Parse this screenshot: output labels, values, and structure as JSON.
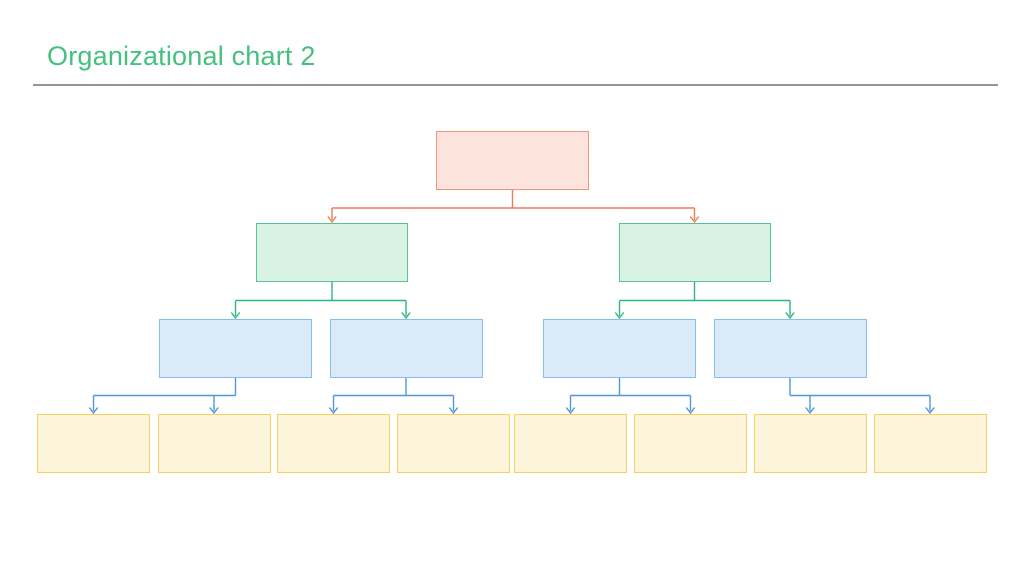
{
  "slide": {
    "title": "Organizational chart 2",
    "title_color": "#45C07F",
    "divider_color": "#959595",
    "background_color": "#FFFFFF"
  },
  "diagram": {
    "type": "org-chart",
    "arrow_style": "open-v",
    "levels": [
      {
        "name": "level-1-root",
        "fill": "#FCE3DC",
        "border": "#F2947D",
        "connector": "#ED7D58"
      },
      {
        "name": "level-2-green",
        "fill": "#D8F2E4",
        "border": "#53C593",
        "connector": "#2EB585"
      },
      {
        "name": "level-3-blue",
        "fill": "#DBEAF9",
        "border": "#88BEEC",
        "connector": "#5296DB"
      },
      {
        "name": "level-4-yellow",
        "fill": "#FDF4DC",
        "border": "#FACF60",
        "connector": null
      }
    ],
    "nodes": [
      {
        "id": "n1",
        "level": 1,
        "parent": null,
        "label": ""
      },
      {
        "id": "g1",
        "level": 2,
        "parent": "n1",
        "label": ""
      },
      {
        "id": "g2",
        "level": 2,
        "parent": "n1",
        "label": ""
      },
      {
        "id": "b1",
        "level": 3,
        "parent": "g1",
        "label": ""
      },
      {
        "id": "b2",
        "level": 3,
        "parent": "g1",
        "label": ""
      },
      {
        "id": "b3",
        "level": 3,
        "parent": "g2",
        "label": ""
      },
      {
        "id": "b4",
        "level": 3,
        "parent": "g2",
        "label": ""
      },
      {
        "id": "y1",
        "level": 4,
        "parent": "b1",
        "label": ""
      },
      {
        "id": "y2",
        "level": 4,
        "parent": "b1",
        "label": ""
      },
      {
        "id": "y3",
        "level": 4,
        "parent": "b2",
        "label": ""
      },
      {
        "id": "y4",
        "level": 4,
        "parent": "b2",
        "label": ""
      },
      {
        "id": "y5",
        "level": 4,
        "parent": "b3",
        "label": ""
      },
      {
        "id": "y6",
        "level": 4,
        "parent": "b3",
        "label": ""
      },
      {
        "id": "y7",
        "level": 4,
        "parent": "b4",
        "label": ""
      },
      {
        "id": "y8",
        "level": 4,
        "parent": "b4",
        "label": ""
      }
    ]
  }
}
